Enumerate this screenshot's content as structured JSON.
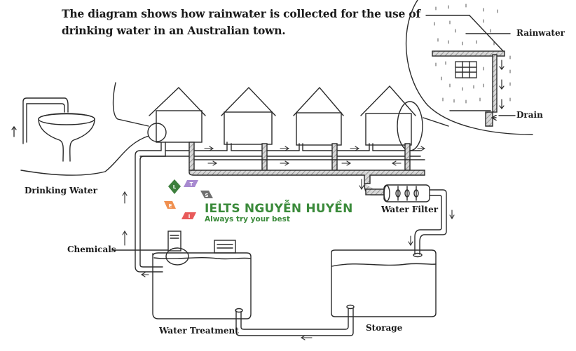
{
  "title": "The diagram shows how rainwater is collected for the use of drinking water in an Australian town.",
  "labels": {
    "rainwater": "Rainwater",
    "drain": "Drain",
    "drinking_water": "Drinking Water",
    "water_filter": "Water Filter",
    "chemicals": "Chemicals",
    "water_treatment": "Water Treatment",
    "storage": "Storage"
  },
  "watermark": {
    "name": "IELTS NGUYỄN HUYỀN",
    "tagline": "Always try your best",
    "letters": [
      "L",
      "T",
      "S",
      "E",
      "I"
    ],
    "colors": {
      "L": "#3d7f3d",
      "T": "#a88ad0",
      "S": "#707070",
      "E": "#f09050",
      "I": "#e85a5a",
      "text": "#3a8a3a"
    }
  },
  "colors": {
    "ink": "#2a2a2a",
    "pipe_fill": "#bdbdbd"
  }
}
